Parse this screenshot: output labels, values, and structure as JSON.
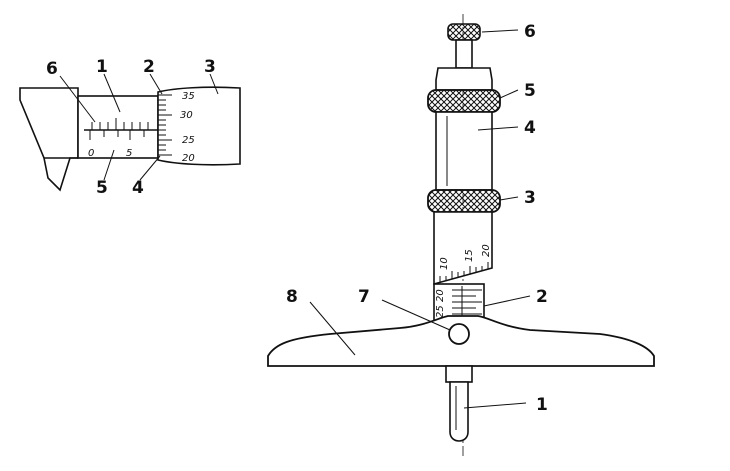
{
  "colors": {
    "ink": "#111111",
    "paper": "#ffffff"
  },
  "left_figure": {
    "labels": [
      "6",
      "1",
      "2",
      "3",
      "5",
      "4"
    ],
    "sleeve_scale": [
      "0",
      "5"
    ],
    "thimble_scale": [
      "35",
      "30",
      "25",
      "20"
    ]
  },
  "right_figure": {
    "labels": [
      "6",
      "5",
      "4",
      "3",
      "2",
      "8",
      "7",
      "1"
    ],
    "thimble_scale": [
      "10",
      "15",
      "20"
    ],
    "sleeve_scale": [
      "25",
      "20"
    ]
  }
}
